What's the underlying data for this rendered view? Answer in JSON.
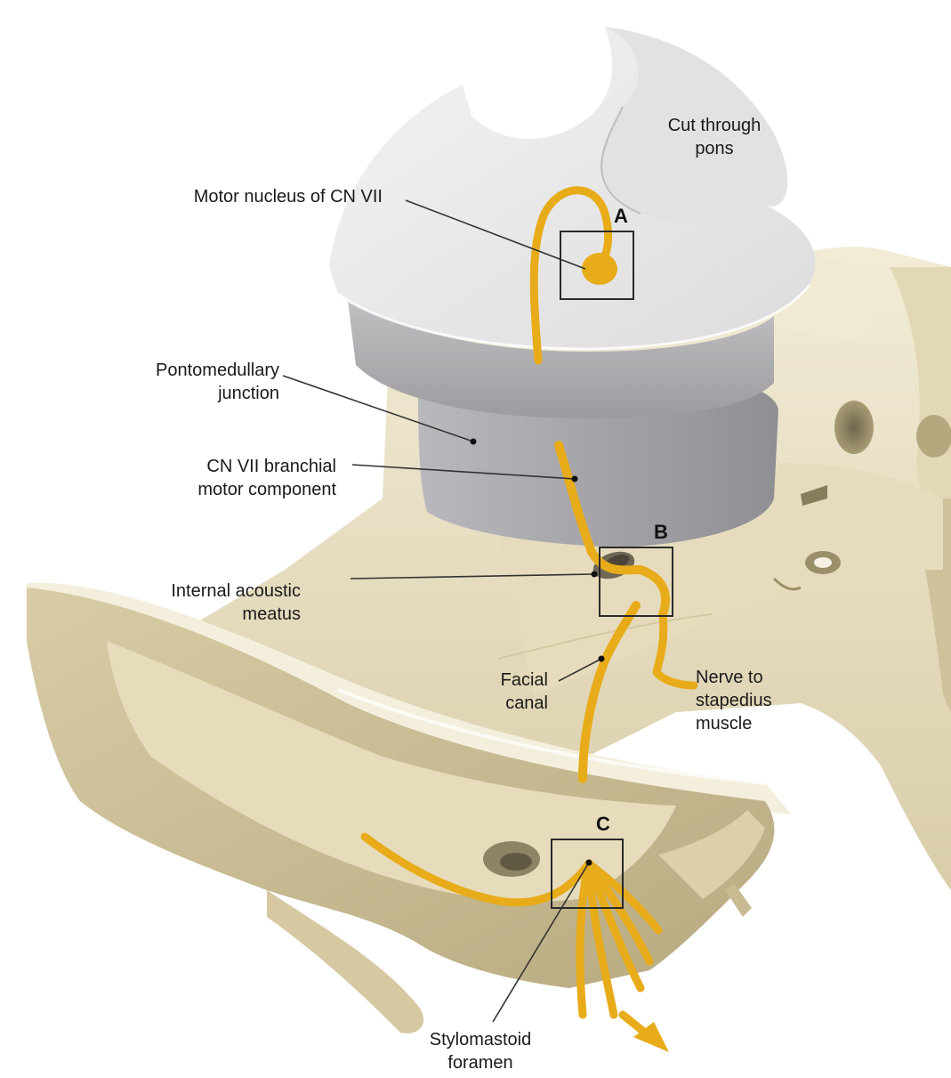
{
  "labels": {
    "cut_through_pons": "Cut through\npons",
    "motor_nucleus": "Motor nucleus of CN VII",
    "pontomedullary_junction": "Pontomedullary\njunction",
    "branchial_motor": "CN VII branchial\nmotor component",
    "internal_acoustic_meatus": "Internal acoustic\nmeatus",
    "facial_canal": "Facial\ncanal",
    "nerve_to_stapedius": "Nerve to\nstapedius\nmuscle",
    "stylomastoid_foramen": "Stylomastoid\nforamen"
  },
  "markers": {
    "a": "A",
    "b": "B",
    "c": "C"
  },
  "colors": {
    "nerve": "#E8AC1A",
    "pons_light": "#EDEDED",
    "pons_mid": "#C9C9CB",
    "pons_dark": "#A7A7AA",
    "bone_light": "#EFE8D2",
    "bone_mid": "#DDD2B2",
    "bone_dark": "#BDB08A",
    "label_text": "#1a1a1a",
    "leader_line": "#333333"
  }
}
